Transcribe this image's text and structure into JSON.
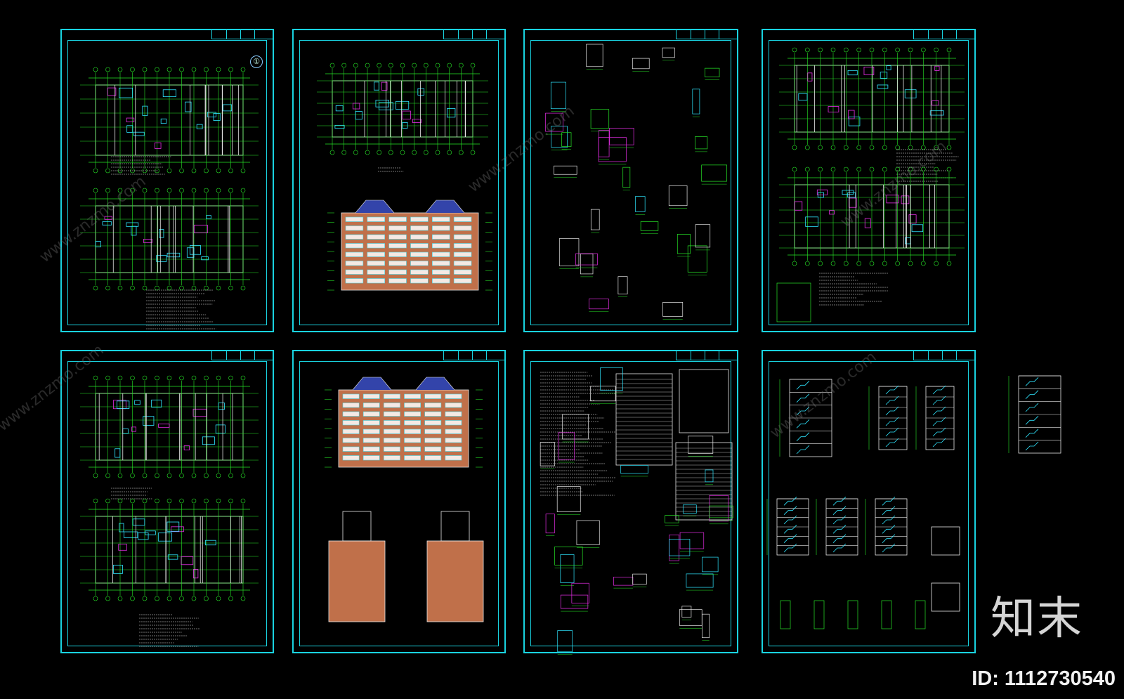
{
  "canvas": {
    "background": "#000000",
    "frame_color": "#19d3e0",
    "line_color": "#27e627"
  },
  "sheets": [
    {
      "name": "floor-plans-sheet-1",
      "kind": "plan"
    },
    {
      "name": "plan-elevation-sheet",
      "kind": "elevation-front"
    },
    {
      "name": "details-sheet",
      "kind": "details"
    },
    {
      "name": "floor-plans-sheet-2",
      "kind": "plan"
    },
    {
      "name": "floor-plans-sheet-3",
      "kind": "plan"
    },
    {
      "name": "elevations-sheet",
      "kind": "elevation-back"
    },
    {
      "name": "notes-schedule-sheet",
      "kind": "notes"
    },
    {
      "name": "sections-stair-sheet",
      "kind": "sections"
    }
  ],
  "plan_marker": "①",
  "watermark": {
    "logo_text": "知末",
    "id_text": "ID: 1112730540",
    "diagonal_text": "www.znzmo.com"
  }
}
